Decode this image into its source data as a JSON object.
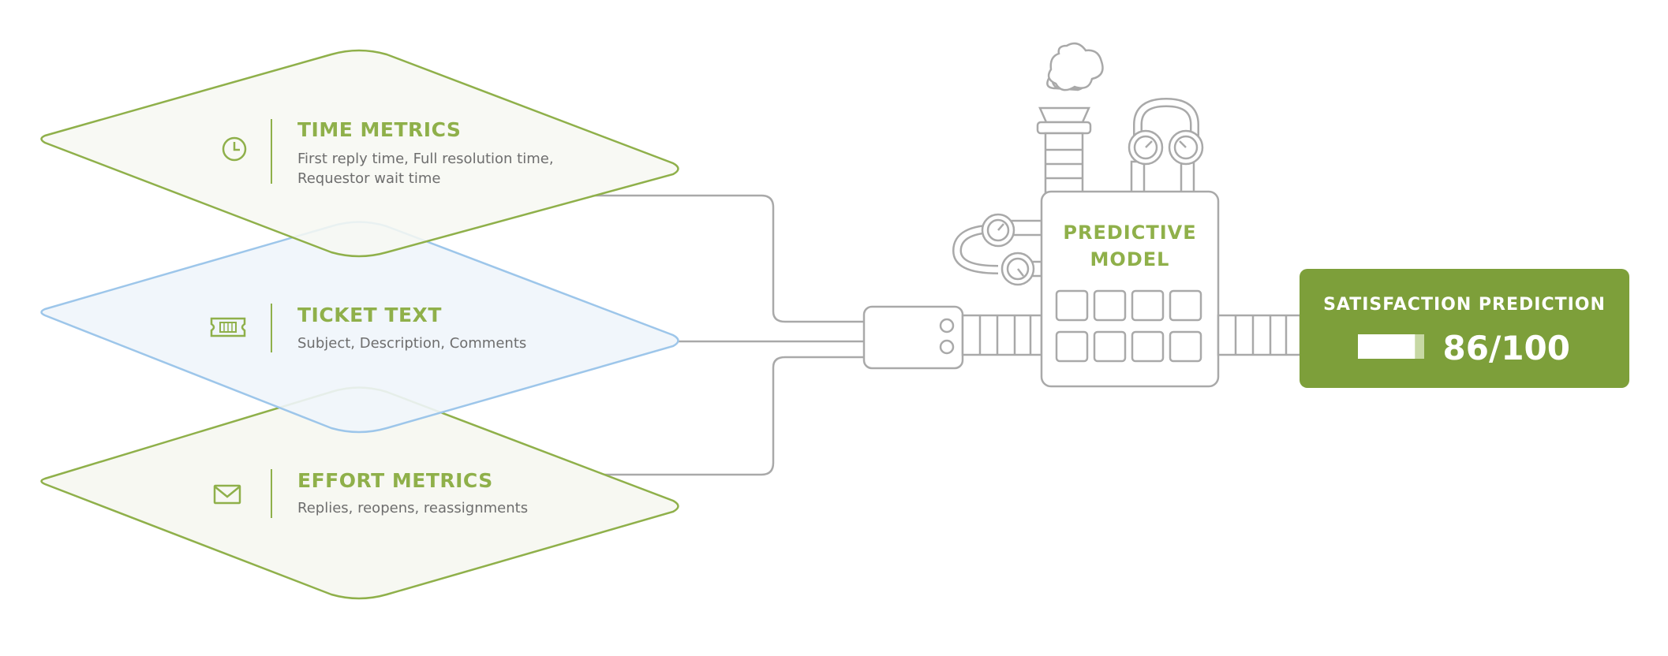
{
  "inputs": {
    "time_metrics": {
      "title": "TIME METRICS",
      "desc_line1": "First reply time, Full resolution time,",
      "desc_line2": "Requestor wait time",
      "icon": "clock-icon"
    },
    "ticket_text": {
      "title": "TICKET TEXT",
      "desc_line1": "Subject, Description, Comments",
      "icon": "ticket-icon"
    },
    "effort_metrics": {
      "title": "EFFORT METRICS",
      "desc_line1": "Replies, reopens, reassignments",
      "icon": "envelope-icon"
    }
  },
  "model": {
    "label_line1": "PREDICTIVE",
    "label_line2": "MODEL"
  },
  "output": {
    "label": "SATISFACTION PREDICTION",
    "score": "86/100",
    "score_fraction": 0.86
  },
  "colors": {
    "green": "#8fb04a",
    "green_fill": "#f7f8f2",
    "blue": "#9dc6ea",
    "blue_fill": "#eff5fb",
    "line_gray": "#a9a9a9",
    "output_bg": "#7d9f3a"
  }
}
